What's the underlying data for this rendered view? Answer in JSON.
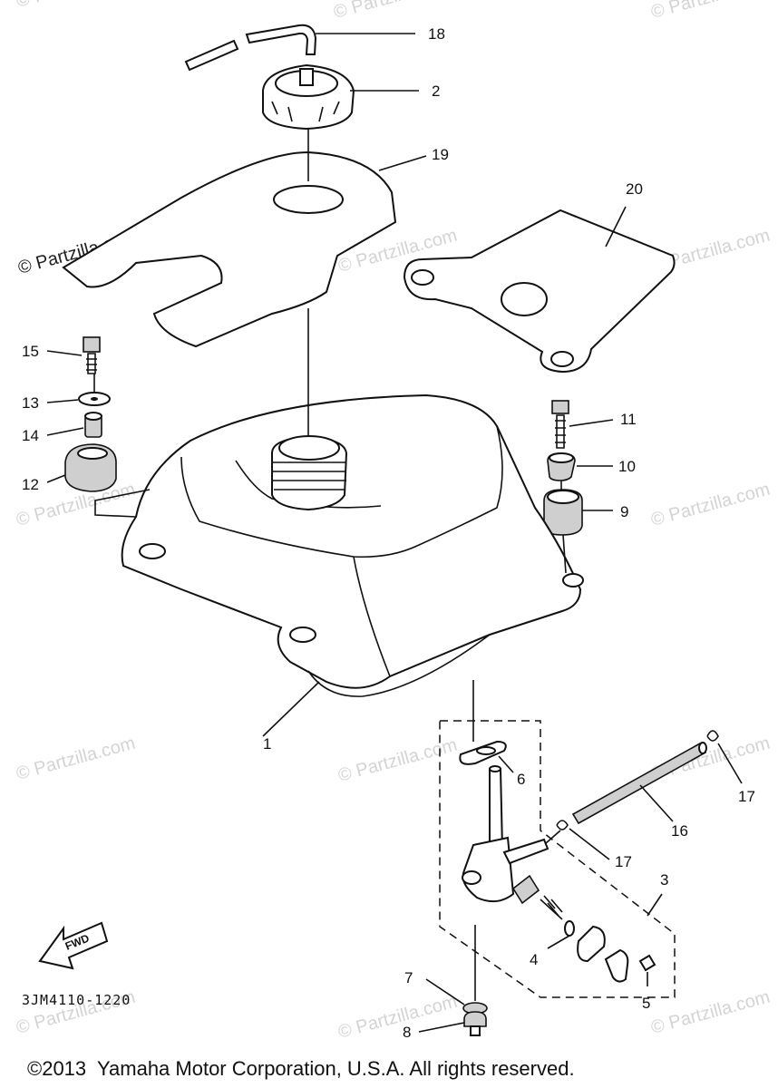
{
  "diagram": {
    "callouts": [
      {
        "id": "18",
        "label": "18"
      },
      {
        "id": "2",
        "label": "2"
      },
      {
        "id": "19",
        "label": "19"
      },
      {
        "id": "20",
        "label": "20"
      },
      {
        "id": "15",
        "label": "15"
      },
      {
        "id": "13",
        "label": "13"
      },
      {
        "id": "14",
        "label": "14"
      },
      {
        "id": "12",
        "label": "12"
      },
      {
        "id": "11",
        "label": "11"
      },
      {
        "id": "10",
        "label": "10"
      },
      {
        "id": "9",
        "label": "9"
      },
      {
        "id": "1",
        "label": "1"
      },
      {
        "id": "6",
        "label": "6"
      },
      {
        "id": "17a",
        "label": "17"
      },
      {
        "id": "16",
        "label": "16"
      },
      {
        "id": "17b",
        "label": "17"
      },
      {
        "id": "3",
        "label": "3"
      },
      {
        "id": "4",
        "label": "4"
      },
      {
        "id": "7",
        "label": "7"
      },
      {
        "id": "5",
        "label": "5"
      },
      {
        "id": "8",
        "label": "8"
      }
    ],
    "fwd_label": "FWD",
    "diagram_code": "3JM4110-1220",
    "watermark_text": "© Partzilla.com",
    "copyright": "©2013  Yamaha Motor Corporation, U.S.A. All rights reserved."
  }
}
